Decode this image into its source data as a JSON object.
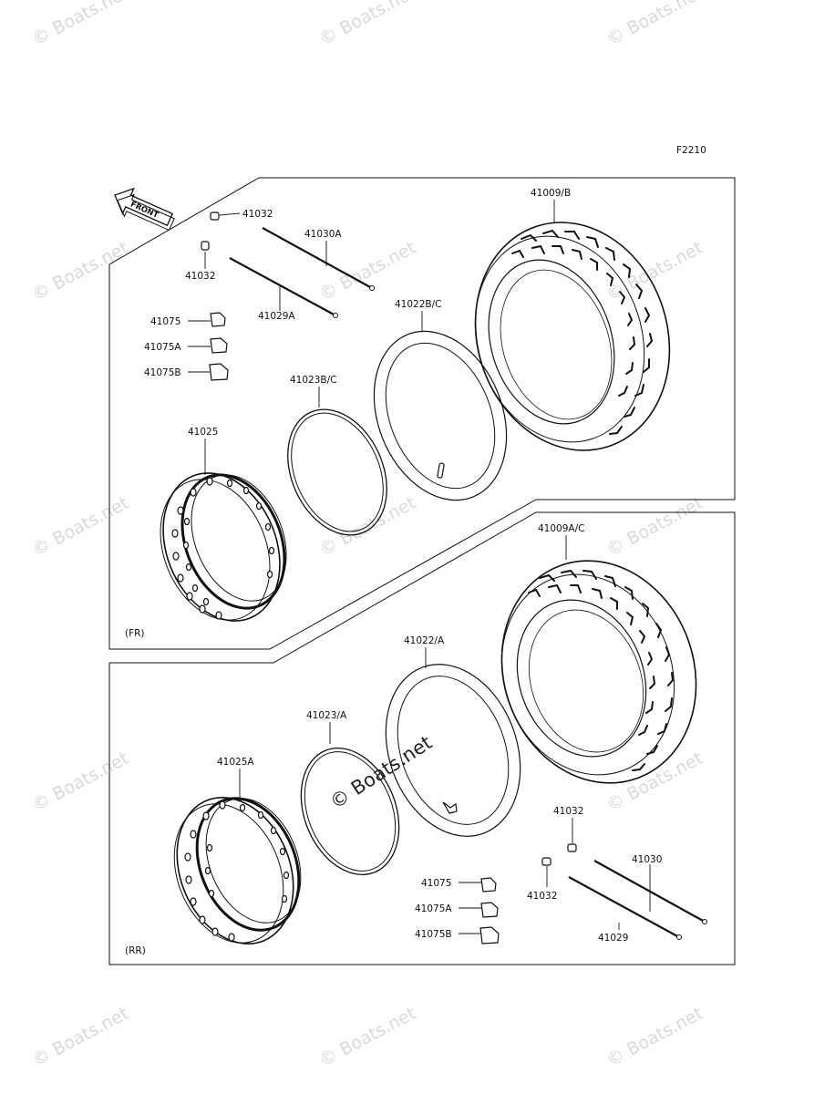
{
  "figure_code": "F2210",
  "front_arrow_text": "FRONT",
  "watermark_text": "© Boats.net",
  "sections": {
    "front": {
      "label": "(FR)",
      "parts": {
        "tire": "41009/B",
        "tube": "41022B/C",
        "rim_band": "41023B/C",
        "rim": "41025",
        "spoke_a": "41030A",
        "spoke_b": "41029A",
        "nipple_top": "41032",
        "nipple_left": "41032",
        "weight": "41075",
        "weight_a": "41075A",
        "weight_b": "41075B"
      }
    },
    "rear": {
      "label": "(RR)",
      "parts": {
        "tire": "41009A/C",
        "tube": "41022/A",
        "rim_band": "41023/A",
        "rim": "41025A",
        "nipple_top": "41032",
        "nipple_left": "41032",
        "spoke_a": "41030",
        "spoke_b": "41029",
        "weight": "41075",
        "weight_a": "41075A",
        "weight_b": "41075B"
      }
    }
  },
  "colors": {
    "line": "#111111",
    "watermark": "#d9d9d9"
  }
}
